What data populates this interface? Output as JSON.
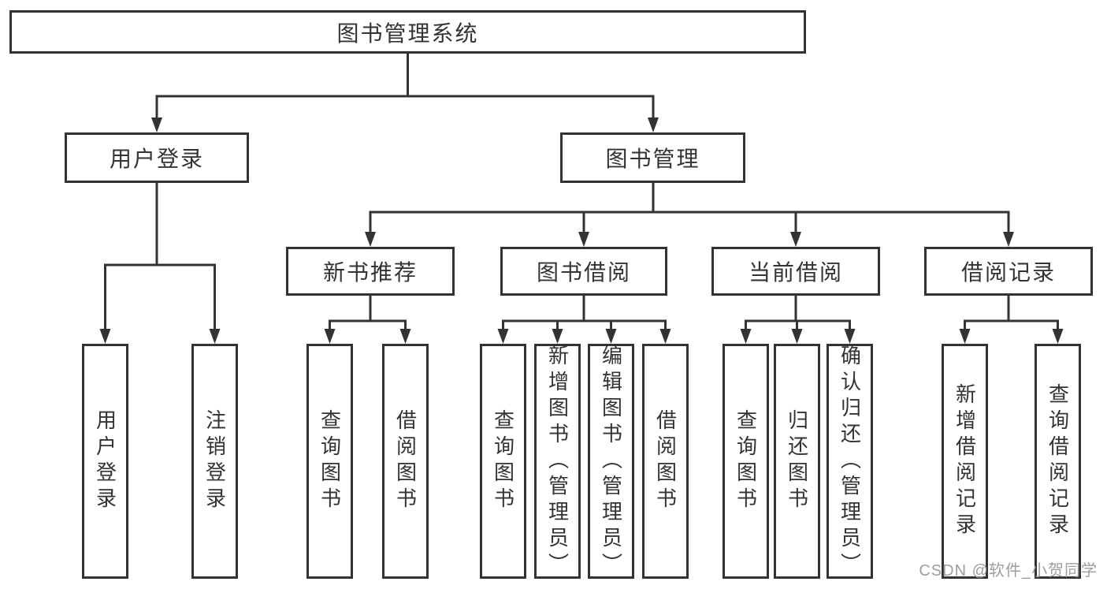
{
  "diagram": {
    "root": "图书管理系统",
    "level2": [
      {
        "label": "用户登录",
        "children": [
          "用户登录",
          "注销登录"
        ]
      },
      {
        "label": "图书管理",
        "children": []
      }
    ],
    "level3": [
      {
        "label": "新书推荐",
        "children": [
          "查询图书",
          "借阅图书"
        ]
      },
      {
        "label": "图书借阅",
        "children": [
          "查询图书",
          "新增图书（管理员）",
          "编辑图书（管理员）",
          "借阅图书"
        ]
      },
      {
        "label": "当前借阅",
        "children": [
          "查询图书",
          "归还图书",
          "确认归还（管理员）"
        ]
      },
      {
        "label": "借阅记录",
        "children": [
          "新增借阅记录",
          "查询借阅记录"
        ]
      }
    ]
  },
  "watermark": "CSDN @软件_小贺同学",
  "colors": {
    "line": "#333333",
    "text": "#333333",
    "watermark": "#9e9e9e",
    "background": "#ffffff"
  }
}
